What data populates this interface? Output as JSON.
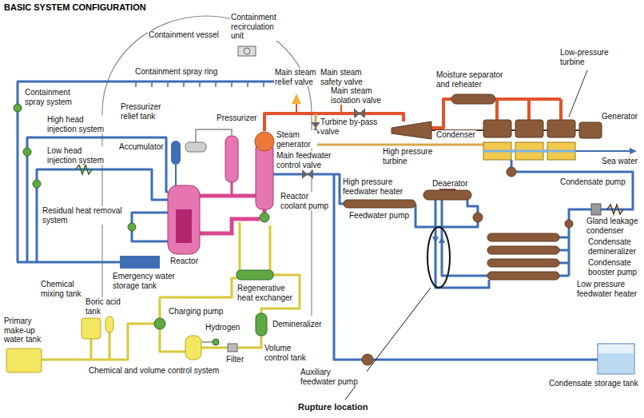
{
  "diagram": {
    "title": "BASIC SYSTEM CONFIGURATION",
    "labels": [
      "Containment vessel",
      "Containment recirculation unit",
      "Containment spray ring",
      "Main steam relief valve",
      "Main steam safety valve",
      "Main steam isolation valve",
      "Moisture separator and reheater",
      "Low-pressure turbine",
      "Containment spray system",
      "Pressurizer relief tank",
      "Pressurizer",
      "High head injection system",
      "Accumulator",
      "Steam generator",
      "Turbine by-pass valve",
      "Main feedwater control valve",
      "Generator",
      "Condenser",
      "Sea water",
      "High pressure turbine",
      "Low head injection system",
      "Condensate pump",
      "Reactor coolant pump",
      "High pressure feedwater heater",
      "Deaerator",
      "Gland leakage condenser",
      "Residual heat removal system",
      "Feedwater pump",
      "Condensate demineralizer",
      "Reactor",
      "Condensate booster pump",
      "Emergency water storage tank",
      "Regenerative heat exchanger",
      "Low pressure feedwater heater",
      "Chemical mixing tank",
      "Boric acid tank",
      "Charging pump",
      "Hydrogen",
      "Primary make-up water tank",
      "Demineralizer",
      "Filter",
      "Volume control tank",
      "Chemical and volume control system",
      "Auxiliary feedwater pump",
      "Condensate storage tank",
      "Rupture location"
    ]
  }
}
